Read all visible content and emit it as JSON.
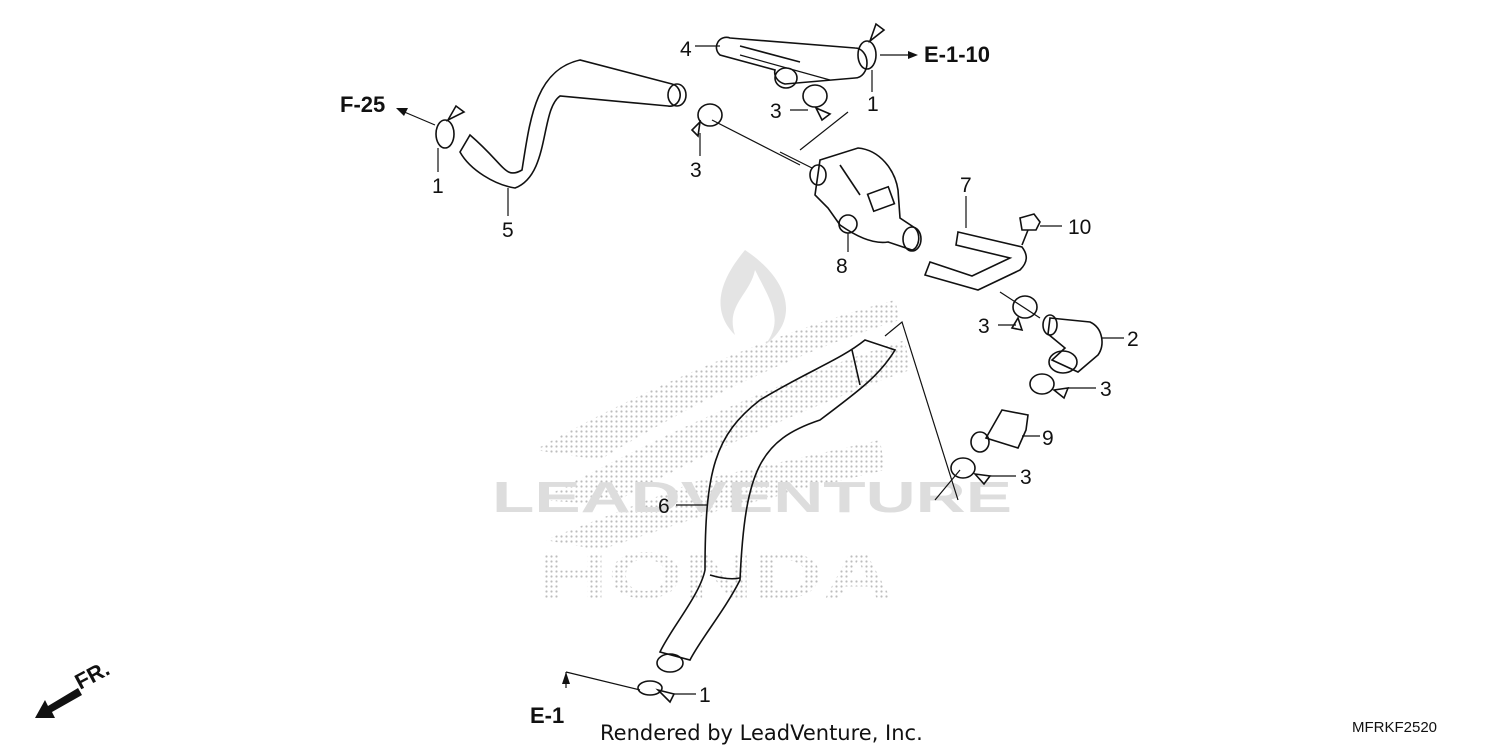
{
  "watermark": {
    "brand": "LEADVENTURE",
    "logo_word": "HONDA",
    "logo": "honda-wing-logo"
  },
  "callouts": {
    "c1a": "1",
    "c1b": "1",
    "c1c": "1",
    "c2": "2",
    "c3a": "3",
    "c3b": "3",
    "c3c": "3",
    "c3d": "3",
    "c3e": "3",
    "c4": "4",
    "c5": "5",
    "c6": "6",
    "c7": "7",
    "c8": "8",
    "c9": "9",
    "c10": "10"
  },
  "references": {
    "f25": "F-25",
    "e110": "E-1-10",
    "e1": "E-1",
    "fr": "FR."
  },
  "footer": {
    "rendered_by": "Rendered by LeadVenture, Inc.",
    "diagram_code": "MFRKF2520"
  },
  "colors": {
    "line": "#111111",
    "watermark": "#d8d8d8",
    "background": "#ffffff"
  }
}
